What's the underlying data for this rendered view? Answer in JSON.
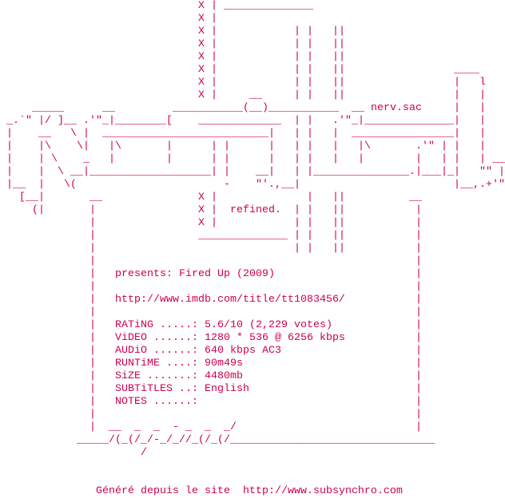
{
  "theme": {
    "text_color": "#cc0050",
    "background": "#ffffff"
  },
  "art": {
    "lines": [
      "                               X | ______________",
      "                               X |",
      "                               X |            | |   ||",
      "                               X |            | |   ||",
      "                               X |            | |   ||",
      "                               X |            | |   ||                 ____",
      "                               X |            | |   ||                 |   l",
      "                               X |     __     | |   ||                 |   |",
      "     _____      __         ___________(__)___________  __ nerv.sac     |   |",
      " _.`\" |/ ]__ .'\"_|________[    _____________  | |   .'\"_|______________|   |",
      " |    __   \\ |  __________________________|   | |   |  ________________|   |",
      " |    |\\    \\|   |\\       |      | |      |   | |   |   |\\       .'\" | |   |",
      " |    | \\    _   |        |      | |      |   | |   |   |        |   | |   | __",
      " |    |  \\ __|___________________| |    __|   | |_______________.|___|_|   \"\" |",
      " |__  |   \\(                       -    \"'.,__|                        |__,.+'\"",
      "   [__|       __               X |              |   ||          __",
      "     (|       |                X |  refined.  | |   ||           |",
      "              |                X |            | |   ||           |",
      "              |                ______________ | |   ||           |",
      "              |                               | |   ||           |",
      "              |                                                  |",
      "              |                                                  |",
      "              |                                                  |",
      "              |                                                  |",
      "              |                                                  |",
      "              |                                                  |",
      "              |                                                  |",
      "              |                                                  |",
      "              |                                                  |",
      "              |                                                  |",
      "              |                                                  |",
      "              |                                                  |",
      "              |                                                  |",
      "              |  __  _  _  - _  _  _/                            |",
      "            _____/(_(/_/-_/_//_(/_(/________________________________",
      "                      /"
    ]
  },
  "release": {
    "presents": "presents: Fired Up (2009)",
    "url": "http://www.imdb.com/title/tt1083456/",
    "fields": [
      {
        "label": "RATiNG .....:",
        "value": "5.6/10 (2,229 votes)"
      },
      {
        "label": "ViDEO ......:",
        "value": "1280 * 536 @ 6256 kbps"
      },
      {
        "label": "AUDiO ......:",
        "value": "640 kbps AC3"
      },
      {
        "label": "RUNTiME ....:",
        "value": "90m49s"
      },
      {
        "label": "SiZE .......:",
        "value": "4480mb"
      },
      {
        "label": "SUBTiTLES ..:",
        "value": "English"
      },
      {
        "label": "NOTES ......:",
        "value": ""
      }
    ]
  },
  "footer": {
    "text": "Généré depuis le site",
    "link": "http://www.subsynchro.com"
  }
}
